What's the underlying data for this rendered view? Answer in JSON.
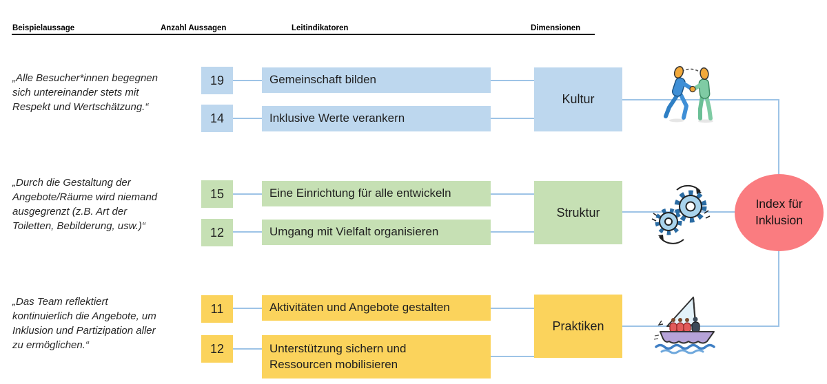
{
  "header": {
    "col_beispielaussage": "Beispielaussage",
    "col_anzahl_aussagen": "Anzahl Aussagen",
    "col_leitindikatoren": "Leitindikatoren",
    "col_dimensionen": "Dimensionen"
  },
  "groups": [
    {
      "dimension": "Kultur",
      "color": "#BDD7EE",
      "icon": "handshake-people-icon",
      "quote": "„Alle Besucher*innen begegnen\nsich untereinander stets mit\nRespekt und Wertschätzung.“",
      "indicators": [
        {
          "count": "19",
          "label": "Gemeinschaft bilden"
        },
        {
          "count": "14",
          "label": "Inklusive Werte verankern"
        }
      ]
    },
    {
      "dimension": "Struktur",
      "color": "#C6E0B4",
      "icon": "gears-icon",
      "quote": "„Durch die Gestaltung der\nAngebote/Räume wird niemand\nausgegrenzt  (z.B. Art der\nToiletten, Bebilderung, usw.)“",
      "indicators": [
        {
          "count": "15",
          "label": "Eine Einrichtung für alle entwickeln"
        },
        {
          "count": "12",
          "label": "Umgang mit Vielfalt organisieren"
        }
      ]
    },
    {
      "dimension": "Praktiken",
      "color": "#FBD35C",
      "icon": "sailboat-icon",
      "quote": "„Das Team reflektiert\nkontinuierlich die Angebote, um\nInklusion und Partizipation aller\nzu ermöglichen.“",
      "indicators": [
        {
          "count": "11",
          "label": "Aktivitäten und Angebote gestalten"
        },
        {
          "count": "12",
          "label": "Unterstützung sichern und\nRessourcen mobilisieren"
        }
      ]
    }
  ],
  "center_node": {
    "label": "Index für\nInklusion",
    "color": "#FA7C80"
  },
  "connector_color": "#9DC3E6"
}
